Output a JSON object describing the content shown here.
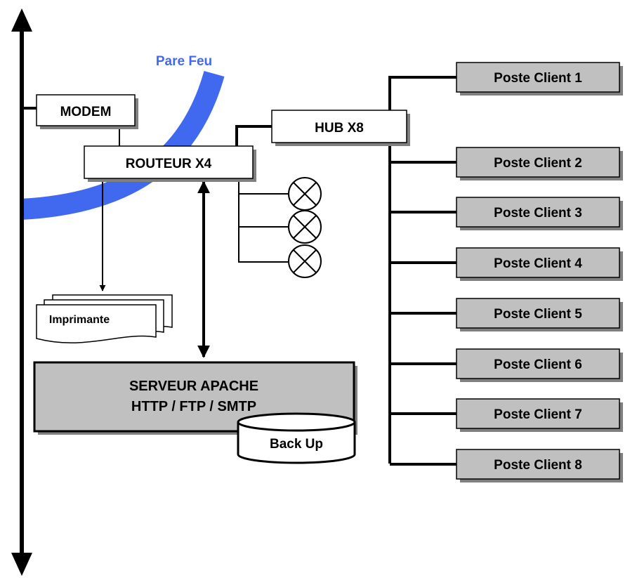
{
  "firewall": {
    "label": "Pare Feu",
    "color": "#4169f0"
  },
  "modem": {
    "label": "MODEM"
  },
  "router": {
    "label": "ROUTEUR X4"
  },
  "hub": {
    "label": "HUB X8"
  },
  "printer": {
    "label": "Imprimante"
  },
  "server": {
    "line1": "SERVEUR APACHE",
    "line2": "HTTP / FTP / SMTP"
  },
  "backup": {
    "label": "Back Up"
  },
  "clients": [
    "Poste Client 1",
    "Poste Client 2",
    "Poste Client 3",
    "Poste Client 4",
    "Poste Client 5",
    "Poste Client 6",
    "Poste Client 7",
    "Poste Client 8"
  ],
  "colors": {
    "box_gray": "#c0c0c0",
    "shadow": "#808080",
    "line": "#000000"
  }
}
